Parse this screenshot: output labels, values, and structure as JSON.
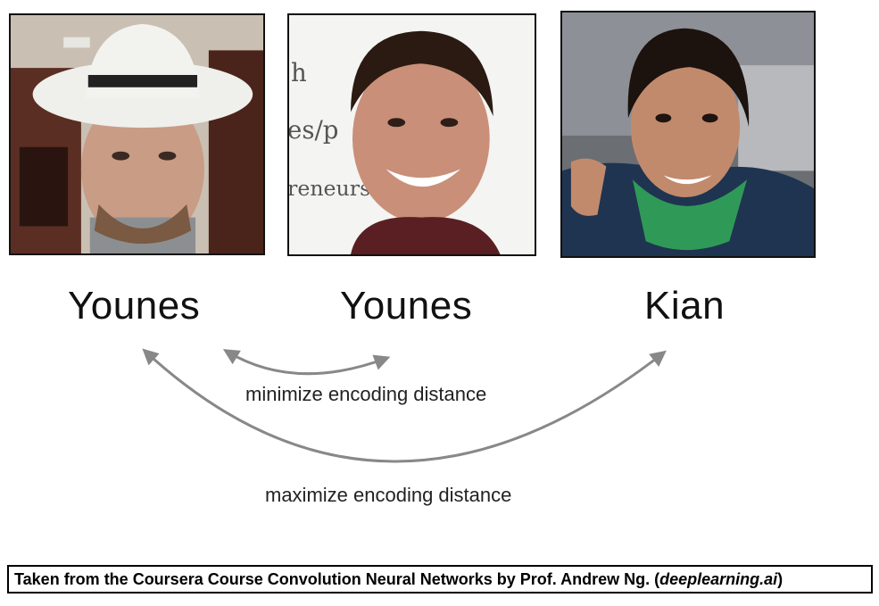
{
  "people": [
    {
      "name": "Younes"
    },
    {
      "name": "Younes"
    },
    {
      "name": "Kian"
    }
  ],
  "captions": {
    "minimize": "minimize encoding distance",
    "maximize": "maximize encoding distance"
  },
  "footer": {
    "prefix": "Taken from the Coursera Course Convolution Neural Networks by Prof. Andrew Ng. (",
    "source": "deeplearning.ai",
    "suffix": ")"
  },
  "colors": {
    "arrow": "#888888",
    "text": "#111111"
  }
}
